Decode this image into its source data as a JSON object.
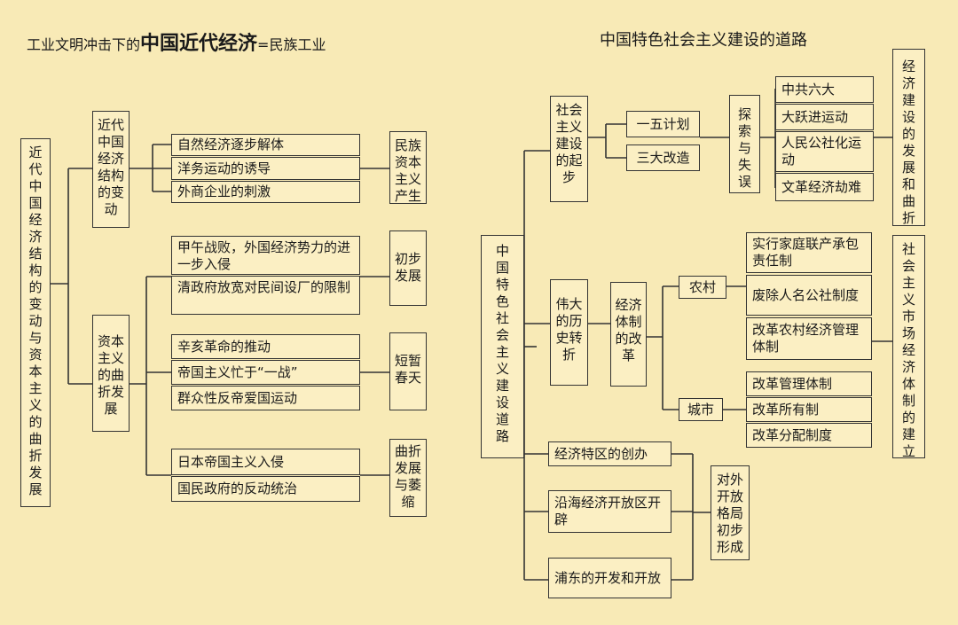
{
  "left": {
    "title_prefix": "工业文明冲击下的",
    "title_emph": "中国近代经济",
    "title_suffix": "=民族工业",
    "root": "近代中国经济结构的变动与资本主义的曲折发展",
    "change_box": "近代中国经济结构的变动",
    "capitalism_box": "资本主义的曲折发展",
    "change_causes": [
      "自然经济逐步解体",
      "洋务运动的诱导",
      "外商企业的刺激"
    ],
    "national_capital_emerges": "民族资本主义产生",
    "stages": [
      {
        "causes": [
          "甲午战败，外国经济势力的进一步入侵",
          "清政府放宽对民间设厂的限制"
        ],
        "result": "初步发展"
      },
      {
        "causes": [
          "辛亥革命的推动",
          "帝国主义忙于“一战”",
          "群众性反帝爱国运动"
        ],
        "result": "短暂春天"
      },
      {
        "causes": [
          "日本帝国主义入侵",
          "国民政府的反动统治"
        ],
        "result": "曲折发展与萎缩"
      }
    ]
  },
  "right": {
    "title": "中国特色社会主义建设的道路",
    "root": "中国特色社会主义建设道路",
    "start": "社会主义建设的起步",
    "start_items": [
      "一五计划",
      "三大改造"
    ],
    "explore": "探索与失误",
    "explore_items": [
      "中共六大",
      "大跃进运动",
      "人民公社化运动",
      "文革经济劫难"
    ],
    "econ_dev": "经济建设的发展和曲折",
    "turn": "伟大的历史转折",
    "reform": "经济体制的改革",
    "rural": "农村",
    "rural_items": [
      "实行家庭联产承包责任制",
      "废除人名公社制度",
      "改革农村经济管理体制"
    ],
    "urban": "城市",
    "urban_items": [
      "改革管理体制",
      "改革所有制",
      "改革分配制度"
    ],
    "market": "社会主义市场经济体制的建立",
    "open_items": [
      "经济特区的创办",
      "沿海经济开放区开辟",
      "浦东的开发和开放"
    ],
    "open_pattern": "对外开放格局初步形成"
  }
}
